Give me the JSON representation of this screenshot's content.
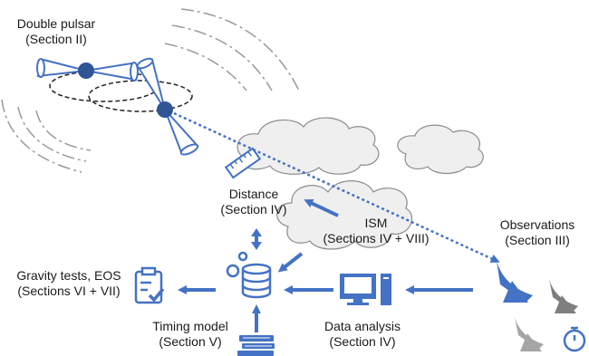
{
  "colors": {
    "accent": "#4472c4",
    "gray": "#7f7f7f",
    "light_gray": "#a6a6a6",
    "cloud_fill": "#efefef",
    "cloud_stroke": "#8c8c8c"
  },
  "labels": {
    "double_pulsar": {
      "title": "Double pulsar",
      "section": "(Section II)"
    },
    "distance": {
      "title": "Distance",
      "section": "(Section IV)"
    },
    "ism": {
      "title": "ISM",
      "section": "(Sections IV + VIII)"
    },
    "observations": {
      "title": "Observations",
      "section": "(Section III)"
    },
    "gravity": {
      "title": "Gravity tests, EOS",
      "section": "(Sections VI + VII)"
    },
    "timing": {
      "title": "Timing model",
      "section": "(Section V)"
    },
    "data_analysis": {
      "title": "Data analysis",
      "section": "(Section IV)"
    }
  },
  "icons": [
    "pulsar-a-icon",
    "pulsar-b-icon",
    "ruler-icon",
    "database-gear-icon",
    "clipboard-check-icon",
    "computer-icon",
    "books-icon",
    "radio-dish-icon",
    "stopwatch-icon"
  ]
}
